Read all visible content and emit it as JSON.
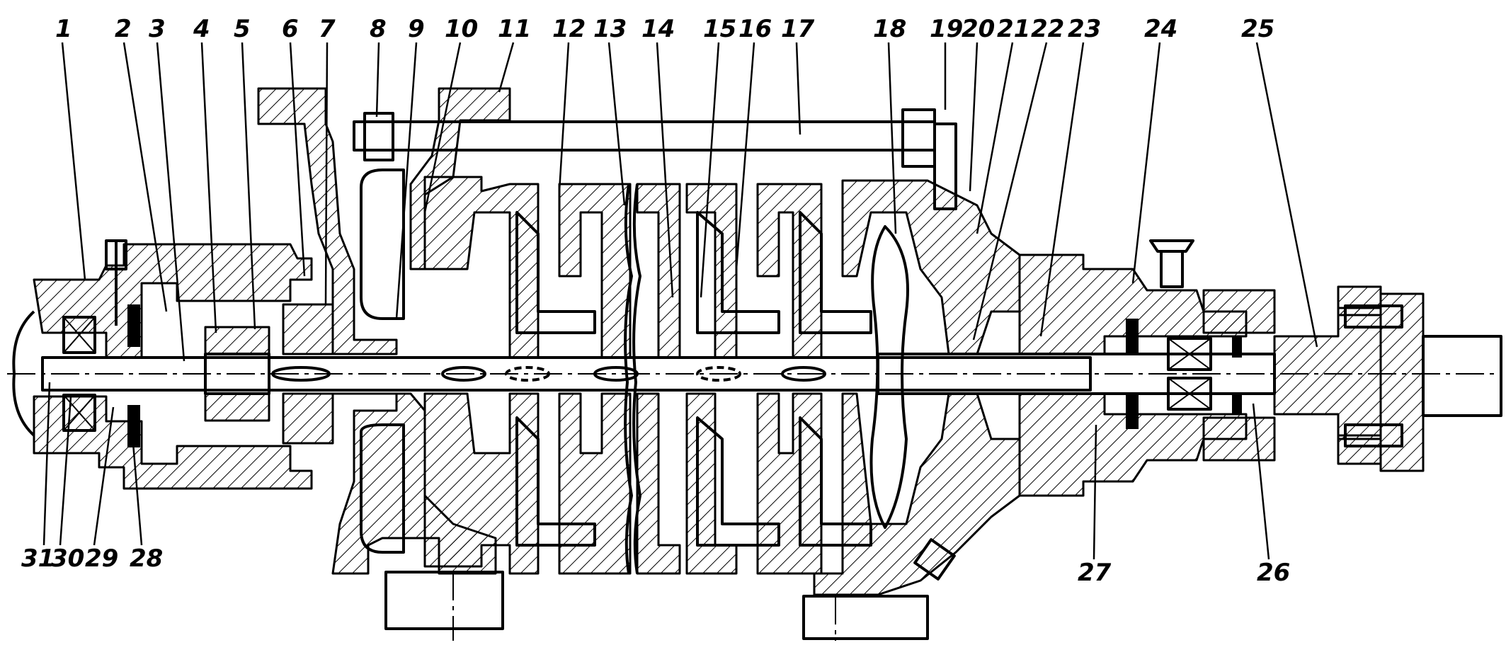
{
  "top_labels": [
    "1",
    "2",
    "3",
    "4",
    "5",
    "6",
    "7",
    "8",
    "9",
    "10",
    "11",
    "12",
    "13",
    "14",
    "15",
    "16",
    "17",
    "18",
    "19",
    "20",
    "21",
    "22",
    "23",
    "24",
    "25"
  ],
  "bottom_labels": [
    "31",
    "30",
    "29",
    "28",
    "27",
    "26"
  ]
}
